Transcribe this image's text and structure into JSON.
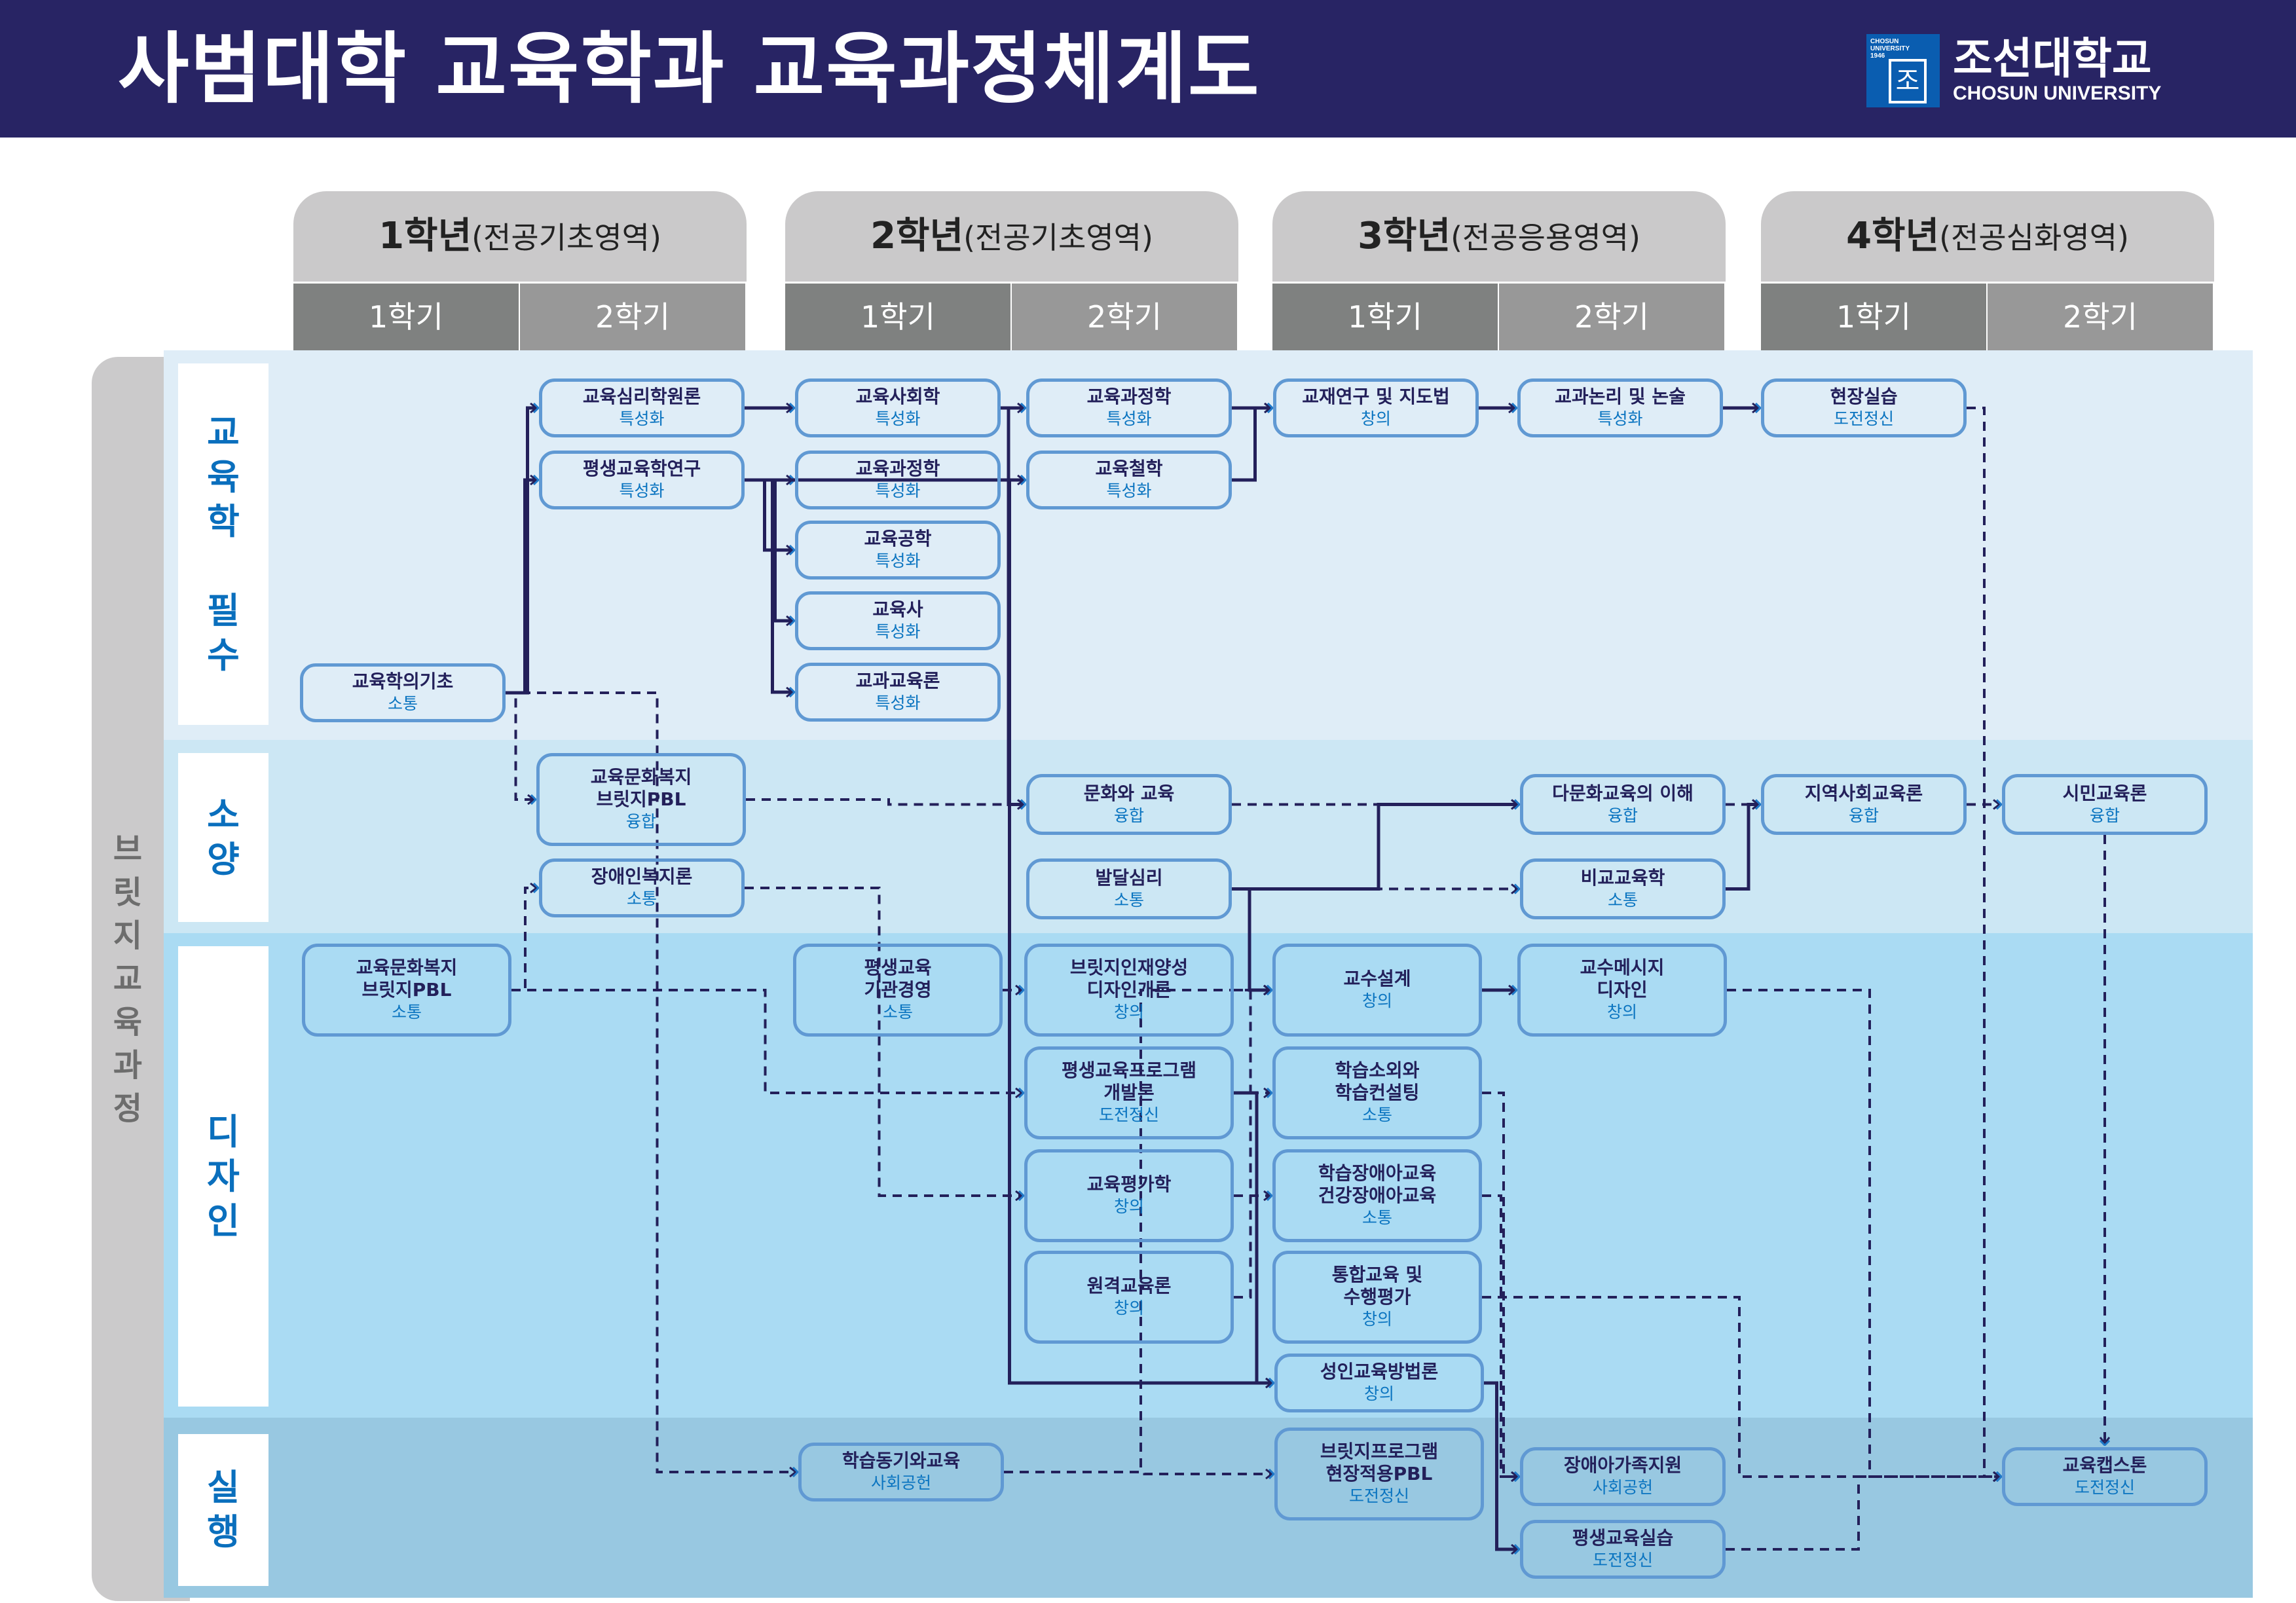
{
  "header": {
    "title": "사범대학 교육학과 교육과정체계도",
    "logo": {
      "small_text": "CHOSUN\nUNIVERSITY\n1946",
      "seal": "조",
      "name_ko": "조선대학교",
      "name_en": "CHOSUN UNIVERSITY"
    }
  },
  "colors": {
    "header_bg": "#282464",
    "node_border": "#6099d3",
    "line": "#23205a",
    "category_text": "#0a6fbd",
    "tag_text": "#0a74c0"
  },
  "years": [
    {
      "label": "1학년",
      "sub": "(전공기초영역)",
      "semesters": [
        "1학기",
        "2학기"
      ]
    },
    {
      "label": "2학년",
      "sub": "(전공기초영역)",
      "semesters": [
        "1학기",
        "2학기"
      ]
    },
    {
      "label": "3학년",
      "sub": "(전공응용영역)",
      "semesters": [
        "1학기",
        "2학기"
      ]
    },
    {
      "label": "4학년",
      "sub": "(전공심화영역)",
      "semesters": [
        "1학기",
        "2학기"
      ]
    }
  ],
  "side_label": "브릿지교육과정",
  "categories": [
    {
      "id": "required",
      "label": "교육학 필수",
      "chars": [
        "교",
        "육",
        "학",
        "",
        "필",
        "수"
      ]
    },
    {
      "id": "culture",
      "label": "소양",
      "chars": [
        "소",
        "양"
      ]
    },
    {
      "id": "design",
      "label": "디자인",
      "chars": [
        "디",
        "자",
        "인"
      ]
    },
    {
      "id": "practice",
      "label": "실행",
      "chars": [
        "실",
        "행"
      ]
    }
  ],
  "nodes": [
    {
      "id": "n1",
      "title": "교육학의기초",
      "tag": "소통",
      "category": "required",
      "year": 1,
      "semester": 1
    },
    {
      "id": "n2",
      "title": "교육심리학원론",
      "tag": "특성화",
      "category": "required",
      "year": 1,
      "semester": 2
    },
    {
      "id": "n3",
      "title": "평생교육학연구",
      "tag": "특성화",
      "category": "required",
      "year": 1,
      "semester": 2
    },
    {
      "id": "n4",
      "title": "교육사회학",
      "tag": "특성화",
      "category": "required",
      "year": 2,
      "semester": 1
    },
    {
      "id": "n5",
      "title": "교육과정학",
      "tag": "특성화",
      "category": "required",
      "year": 2,
      "semester": 1
    },
    {
      "id": "n6",
      "title": "교육공학",
      "tag": "특성화",
      "category": "required",
      "year": 2,
      "semester": 1
    },
    {
      "id": "n7",
      "title": "교육사",
      "tag": "특성화",
      "category": "required",
      "year": 2,
      "semester": 1
    },
    {
      "id": "n8",
      "title": "교과교육론",
      "tag": "특성화",
      "category": "required",
      "year": 2,
      "semester": 1
    },
    {
      "id": "n9",
      "title": "교육과정학",
      "tag": "특성화",
      "category": "required",
      "year": 2,
      "semester": 2
    },
    {
      "id": "n10",
      "title": "교육철학",
      "tag": "특성화",
      "category": "required",
      "year": 2,
      "semester": 2
    },
    {
      "id": "n11",
      "title": "교재연구 및 지도법",
      "tag": "창의",
      "category": "required",
      "year": 3,
      "semester": 1
    },
    {
      "id": "n12",
      "title": "교과논리 및 논술",
      "tag": "특성화",
      "category": "required",
      "year": 3,
      "semester": 2
    },
    {
      "id": "n13",
      "title": "현장실습",
      "tag": "도전정신",
      "category": "required",
      "year": 4,
      "semester": 1
    },
    {
      "id": "n14",
      "title": "교육문화복지\n브릿지PBL",
      "tag": "융합",
      "category": "culture",
      "year": 1,
      "semester": 2
    },
    {
      "id": "n15",
      "title": "장애인복지론",
      "tag": "소통",
      "category": "culture",
      "year": 1,
      "semester": 2
    },
    {
      "id": "n16",
      "title": "문화와 교육",
      "tag": "융합",
      "category": "culture",
      "year": 2,
      "semester": 2
    },
    {
      "id": "n17",
      "title": "발달심리",
      "tag": "소통",
      "category": "culture",
      "year": 2,
      "semester": 2
    },
    {
      "id": "n18",
      "title": "다문화교육의 이해",
      "tag": "융합",
      "category": "culture",
      "year": 3,
      "semester": 2
    },
    {
      "id": "n19",
      "title": "비교교육학",
      "tag": "소통",
      "category": "culture",
      "year": 3,
      "semester": 2
    },
    {
      "id": "n20",
      "title": "지역사회교육론",
      "tag": "융합",
      "category": "culture",
      "year": 4,
      "semester": 1
    },
    {
      "id": "n21",
      "title": "시민교육론",
      "tag": "융합",
      "category": "culture",
      "year": 4,
      "semester": 2
    },
    {
      "id": "n22",
      "title": "교육문화복지\n브릿지PBL",
      "tag": "소통",
      "category": "design",
      "year": 1,
      "semester": 1
    },
    {
      "id": "n23",
      "title": "평생교육\n기관경영",
      "tag": "소통",
      "category": "design",
      "year": 2,
      "semester": 1
    },
    {
      "id": "n24",
      "title": "브릿지인재양성\n디자인개론",
      "tag": "창의",
      "category": "design",
      "year": 2,
      "semester": 2
    },
    {
      "id": "n25",
      "title": "평생교육프로그램\n개발론",
      "tag": "도전정신",
      "category": "design",
      "year": 2,
      "semester": 2
    },
    {
      "id": "n26",
      "title": "교육평가학",
      "tag": "창의",
      "category": "design",
      "year": 2,
      "semester": 2
    },
    {
      "id": "n27",
      "title": "원격교육론",
      "tag": "창의",
      "category": "design",
      "year": 2,
      "semester": 2
    },
    {
      "id": "n28",
      "title": "교수설계",
      "tag": "창의",
      "category": "design",
      "year": 3,
      "semester": 1
    },
    {
      "id": "n29",
      "title": "교수메시지\n디자인",
      "tag": "창의",
      "category": "design",
      "year": 3,
      "semester": 2
    },
    {
      "id": "n30",
      "title": "학습소외와\n학습컨설팅",
      "tag": "소통",
      "category": "design",
      "year": 3,
      "semester": 1
    },
    {
      "id": "n31",
      "title": "학습장애아교육\n건강장애아교육",
      "tag": "소통",
      "category": "design",
      "year": 3,
      "semester": 1
    },
    {
      "id": "n32",
      "title": "통합교육 및\n수행평가",
      "tag": "창의",
      "category": "design",
      "year": 3,
      "semester": 1
    },
    {
      "id": "n33",
      "title": "성인교육방법론",
      "tag": "창의",
      "category": "design",
      "year": 3,
      "semester": 1
    },
    {
      "id": "n34",
      "title": "학습동기와교육",
      "tag": "사회공헌",
      "category": "practice",
      "year": 2,
      "semester": 1
    },
    {
      "id": "n35",
      "title": "브릿지프로그램\n현장적용PBL",
      "tag": "도전정신",
      "category": "practice",
      "year": 3,
      "semester": 1
    },
    {
      "id": "n36",
      "title": "장애아가족지원",
      "tag": "사회공헌",
      "category": "practice",
      "year": 3,
      "semester": 2
    },
    {
      "id": "n37",
      "title": "평생교육실습",
      "tag": "도전정신",
      "category": "practice",
      "year": 3,
      "semester": 2
    },
    {
      "id": "n38",
      "title": "교육캡스톤",
      "tag": "도전정신",
      "category": "practice",
      "year": 4,
      "semester": 2
    }
  ],
  "links": [
    {
      "from": "n1",
      "to": "n2",
      "style": "solid"
    },
    {
      "from": "n1",
      "to": "n3",
      "style": "solid"
    },
    {
      "from": "n2",
      "to": "n4",
      "style": "solid"
    },
    {
      "from": "n3",
      "to": "n5",
      "style": "solid"
    },
    {
      "from": "n3",
      "to": "n6",
      "style": "solid"
    },
    {
      "from": "n3",
      "to": "n7",
      "style": "solid"
    },
    {
      "from": "n3",
      "to": "n8",
      "style": "solid"
    },
    {
      "from": "n4",
      "to": "n9",
      "style": "solid"
    },
    {
      "from": "n5",
      "to": "n10",
      "style": "solid"
    },
    {
      "from": "n4",
      "to": "n16",
      "style": "solid"
    },
    {
      "from": "n9",
      "to": "n11",
      "style": "solid"
    },
    {
      "from": "n10",
      "to": "n11",
      "style": "solid"
    },
    {
      "from": "n11",
      "to": "n12",
      "style": "solid"
    },
    {
      "from": "n12",
      "to": "n13",
      "style": "solid"
    },
    {
      "from": "n1",
      "to": "n14",
      "style": "dashed"
    },
    {
      "from": "n1",
      "to": "n34",
      "style": "dashed"
    },
    {
      "from": "n14",
      "to": "n16",
      "style": "dashed"
    },
    {
      "from": "n22",
      "to": "n15",
      "style": "dashed"
    },
    {
      "from": "n22",
      "to": "n25",
      "style": "dashed"
    },
    {
      "from": "n15",
      "to": "n26",
      "style": "dashed"
    },
    {
      "from": "n16",
      "to": "n18",
      "style": "dashed"
    },
    {
      "from": "n17",
      "to": "n18",
      "style": "solid"
    },
    {
      "from": "n17",
      "to": "n19",
      "style": "dashed"
    },
    {
      "from": "n17",
      "to": "n28",
      "style": "solid"
    },
    {
      "from": "n18",
      "to": "n20",
      "style": "dashed"
    },
    {
      "from": "n19",
      "to": "n20",
      "style": "solid"
    },
    {
      "from": "n20",
      "to": "n21",
      "style": "dashed"
    },
    {
      "from": "n3",
      "to": "n33",
      "style": "solid"
    },
    {
      "from": "n23",
      "to": "n24",
      "style": "dashed"
    },
    {
      "from": "n24",
      "to": "n28",
      "style": "dashed"
    },
    {
      "from": "n25",
      "to": "n30",
      "style": "dashed"
    },
    {
      "from": "n25",
      "to": "n33",
      "style": "solid"
    },
    {
      "from": "n26",
      "to": "n31",
      "style": "dashed"
    },
    {
      "from": "n27",
      "to": "n28",
      "style": "dashed"
    },
    {
      "from": "n28",
      "to": "n29",
      "style": "solid"
    },
    {
      "from": "n29",
      "to": "n38",
      "style": "dashed"
    },
    {
      "from": "n30",
      "to": "n36",
      "style": "dashed"
    },
    {
      "from": "n31",
      "to": "n36",
      "style": "dashed"
    },
    {
      "from": "n32",
      "to": "n38",
      "style": "dashed"
    },
    {
      "from": "n33",
      "to": "n37",
      "style": "solid"
    },
    {
      "from": "n34",
      "to": "n35",
      "style": "dashed"
    },
    {
      "from": "n34",
      "to": "n28",
      "style": "dashed"
    },
    {
      "from": "n13",
      "to": "n38",
      "style": "dashed"
    },
    {
      "from": "n21",
      "to": "n38",
      "style": "dashed"
    },
    {
      "from": "n37",
      "to": "n38",
      "style": "dashed"
    }
  ]
}
